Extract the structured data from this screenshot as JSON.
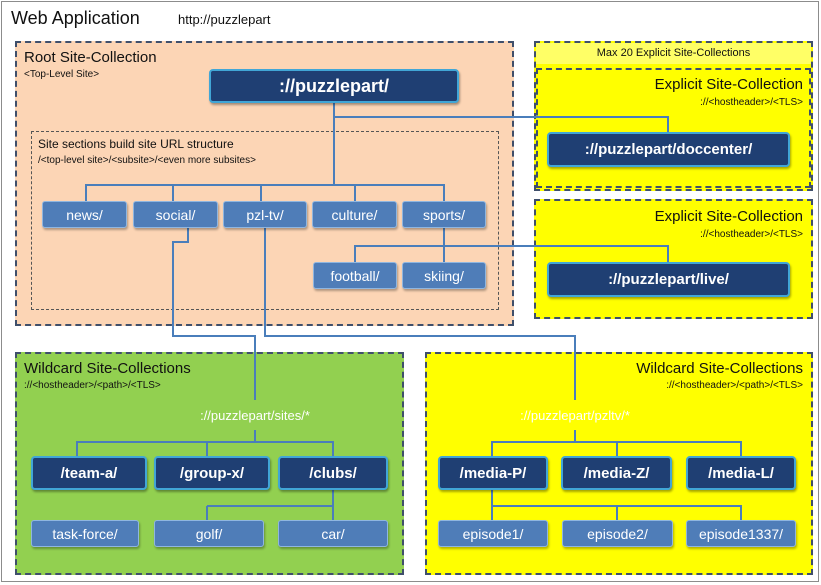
{
  "app": {
    "title": "Web Application",
    "url": "http://puzzlepart"
  },
  "root": {
    "title": "Root Site-Collection",
    "subtitle": "<Top-Level Site>",
    "main": "://puzzlepart/",
    "sections_title": "Site sections build site URL structure",
    "sections_subtitle": "/<top-level site>/<subsite>/<even more subsites>",
    "subsites": [
      "news/",
      "social/",
      "pzl-tv/",
      "culture/",
      "sports/"
    ],
    "sports_children": [
      "football/",
      "skiing/"
    ]
  },
  "explicit": {
    "max_label": "Max 20 Explicit Site-Collections",
    "collections": [
      {
        "title": "Explicit Site-Collection",
        "pattern": "://<hostheader>/<TLS>",
        "url": "://puzzlepart/doccenter/"
      },
      {
        "title": "Explicit Site-Collection",
        "pattern": "://<hostheader>/<TLS>",
        "url": "://puzzlepart/live/"
      }
    ]
  },
  "wildcard_left": {
    "title": "Wildcard Site-Collections",
    "pattern": "://<hostheader>/<path>/<TLS>",
    "path": "://puzzlepart/sites/*",
    "sites": [
      "/team-a/",
      "/group-x/",
      "/clubs/"
    ],
    "children": [
      "task-force/",
      "golf/",
      "car/"
    ]
  },
  "wildcard_right": {
    "title": "Wildcard Site-Collections",
    "pattern": "://<hostheader>/<path>/<TLS>",
    "path": "://puzzlepart/pzltv/*",
    "sites": [
      "/media-P/",
      "/media-Z/",
      "/media-L/"
    ],
    "children": [
      "episode1/",
      "episode2/",
      "episode1337/"
    ]
  },
  "colors": {
    "root_bg": "#fcd5b5",
    "explicit_bg": "#ffff00",
    "max_label_bg": "#ffff66",
    "wild_left_bg": "#92d050",
    "wild_right_bg": "#ffff00",
    "dark_box": "#1f3f73",
    "mid_box": "#4f7db8",
    "connector": "#4a7ebb"
  }
}
